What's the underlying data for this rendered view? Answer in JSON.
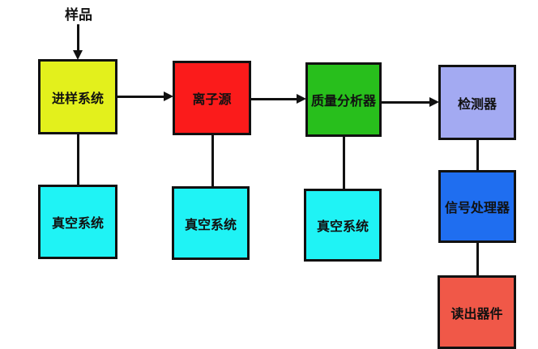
{
  "input_label": "样品",
  "nodes": {
    "inlet": {
      "label": "进样系统",
      "color": "#e3f01c"
    },
    "ion_source": {
      "label": "离子源",
      "color": "#fb1b1b"
    },
    "mass_analyzer": {
      "label": "质量分析器",
      "color": "#28bf1c"
    },
    "detector": {
      "label": "检测器",
      "color": "#a3aaf2"
    },
    "signal_processor": {
      "label": "信号处理器",
      "color": "#1f6ef0"
    },
    "readout": {
      "label": "读出器件",
      "color": "#f05848"
    },
    "vacuum1": {
      "label": "真空系统",
      "color": "#1ff3f5"
    },
    "vacuum2": {
      "label": "真空系统",
      "color": "#1ff3f5"
    },
    "vacuum3": {
      "label": "真空系统",
      "color": "#1ff3f5"
    }
  }
}
